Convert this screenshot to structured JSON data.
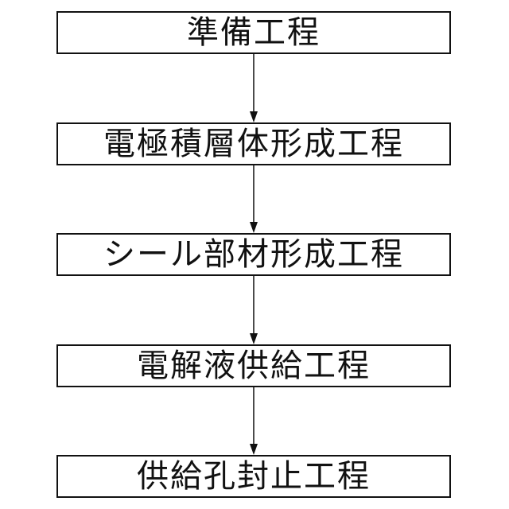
{
  "flowchart": {
    "steps": [
      {
        "label": "準備工程"
      },
      {
        "label": "電極積層体形成工程"
      },
      {
        "label": "シール部材形成工程"
      },
      {
        "label": "電解液供給工程"
      },
      {
        "label": "供給孔封止工程"
      }
    ],
    "colors": {
      "line": "#111111",
      "background": "#ffffff"
    }
  }
}
